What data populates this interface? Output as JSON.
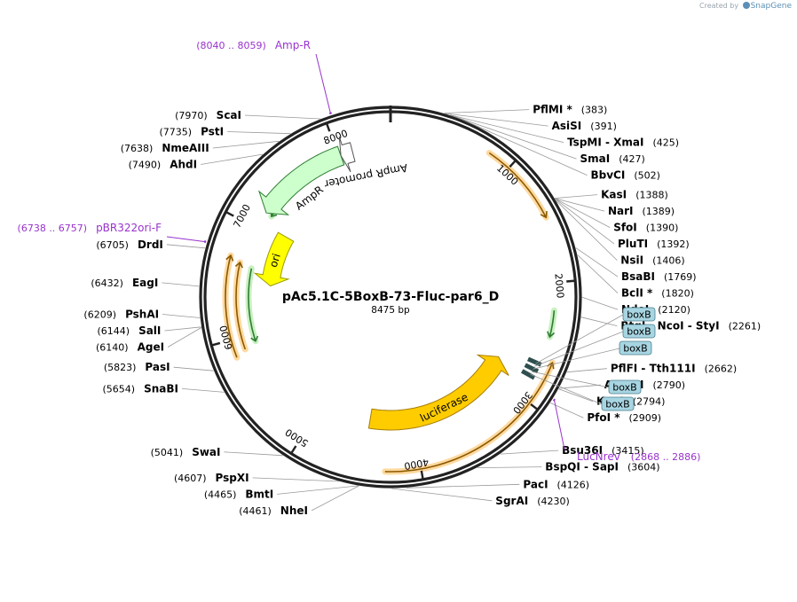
{
  "credit": {
    "prefix": "Created by",
    "brand": "SnapGene"
  },
  "map": {
    "name": "pAc5.1C-5BoxB-73-Fluc-par6_D",
    "length_label": "8475 bp",
    "total_bp": 8475
  },
  "ticks": [
    {
      "bp": 1000,
      "label": "1000"
    },
    {
      "bp": 2000,
      "label": "2000"
    },
    {
      "bp": 3000,
      "label": "3000"
    },
    {
      "bp": 4000,
      "label": "4000"
    },
    {
      "bp": 5000,
      "label": "5000"
    },
    {
      "bp": 6000,
      "label": "6000"
    },
    {
      "bp": 7000,
      "label": "7000"
    },
    {
      "bp": 8000,
      "label": "8000"
    }
  ],
  "features": [
    {
      "id": "ampr",
      "label": "AmpR",
      "type": "arrow",
      "color": "#ccffcc",
      "edge": "#2e7d32",
      "start": 7160,
      "end": 8020,
      "direction": "ccw"
    },
    {
      "id": "ampr-promoter",
      "label": "AmpR promoter",
      "type": "arrow",
      "color": "#ffffff",
      "edge": "#555555",
      "start": 8020,
      "end": 8130,
      "direction": "ccw"
    },
    {
      "id": "ori",
      "label": "ori",
      "type": "arrow",
      "color": "#ffff00",
      "edge": "#9c9c00",
      "start": 6480,
      "end": 7060,
      "direction": "ccw"
    },
    {
      "id": "luciferase",
      "label": "luciferase",
      "type": "arrow",
      "color": "#ffcc00",
      "edge": "#a67c00",
      "start": 2800,
      "end": 4460,
      "direction": "ccw"
    },
    {
      "id": "boxb-cluster",
      "label": "",
      "type": "blocks",
      "color": "#2f4f4f",
      "start": 2690,
      "end": 2880
    }
  ],
  "orfs": [
    {
      "id": "orf-1",
      "start": 810,
      "end": 1480,
      "direction": "cw",
      "ring": "outer"
    },
    {
      "id": "orf-2",
      "start": 2640,
      "end": 4280,
      "direction": "ccw",
      "ring": "outer"
    },
    {
      "id": "orf-3",
      "start": 7160,
      "end": 8020,
      "direction": "ccw",
      "ring": "inner"
    },
    {
      "id": "orf-4",
      "start": 2230,
      "end": 2450,
      "direction": "cw",
      "ring": "inner"
    },
    {
      "id": "orf-5",
      "start": 5850,
      "end": 6700,
      "direction": "cw",
      "ring": "inner"
    },
    {
      "id": "orf-6",
      "start": 5890,
      "end": 6660,
      "direction": "cw",
      "ring": "middle"
    },
    {
      "id": "orf-7",
      "start": 5930,
      "end": 6630,
      "direction": "ccw",
      "ring": "core"
    }
  ],
  "sites": [
    {
      "name": "PflMI *",
      "pos": "(383)",
      "bp": 383,
      "side": "right"
    },
    {
      "name": "AsiSI",
      "pos": "(391)",
      "bp": 391,
      "side": "right"
    },
    {
      "name": "TspMI  -  XmaI",
      "pos": "(425)",
      "bp": 425,
      "side": "right"
    },
    {
      "name": "SmaI",
      "pos": "(427)",
      "bp": 427,
      "side": "right"
    },
    {
      "name": "BbvCI",
      "pos": "(502)",
      "bp": 502,
      "side": "right"
    },
    {
      "name": "KasI",
      "pos": "(1388)",
      "bp": 1388,
      "side": "right"
    },
    {
      "name": "NarI",
      "pos": "(1389)",
      "bp": 1389,
      "side": "right"
    },
    {
      "name": "SfoI",
      "pos": "(1390)",
      "bp": 1390,
      "side": "right"
    },
    {
      "name": "PluTI",
      "pos": "(1392)",
      "bp": 1392,
      "side": "right"
    },
    {
      "name": "NsiI",
      "pos": "(1406)",
      "bp": 1406,
      "side": "right"
    },
    {
      "name": "BsaBI",
      "pos": "(1769)",
      "bp": 1769,
      "side": "right"
    },
    {
      "name": "BclI *",
      "pos": "(1820)",
      "bp": 1820,
      "side": "right"
    },
    {
      "name": "NdeI",
      "pos": "(2120)",
      "bp": 2120,
      "side": "right"
    },
    {
      "name": "BtgI  -  NcoI  -  StyI",
      "pos": "(2261)",
      "bp": 2261,
      "side": "right"
    },
    {
      "name": "PflFI  -  Tth111I",
      "pos": "(2662)",
      "bp": 2662,
      "side": "right"
    },
    {
      "name": "Acc65I",
      "pos": "(2790)",
      "bp": 2790,
      "side": "right"
    },
    {
      "name": "KpnI",
      "pos": "(2794)",
      "bp": 2794,
      "side": "right"
    },
    {
      "name": "PfoI *",
      "pos": "(2909)",
      "bp": 2909,
      "side": "right"
    },
    {
      "name": "Bsu36I",
      "pos": "(3415)",
      "bp": 3415,
      "side": "right"
    },
    {
      "name": "BspQI  -  SapI",
      "pos": "(3604)",
      "bp": 3604,
      "side": "right"
    },
    {
      "name": "PacI",
      "pos": "(4126)",
      "bp": 4126,
      "side": "right"
    },
    {
      "name": "SgrAI",
      "pos": "(4230)",
      "bp": 4230,
      "side": "right"
    },
    {
      "name": "NheI",
      "pos": "(4461)",
      "bp": 4461,
      "side": "left"
    },
    {
      "name": "BmtI",
      "pos": "(4465)",
      "bp": 4465,
      "side": "left"
    },
    {
      "name": "PspXI",
      "pos": "(4607)",
      "bp": 4607,
      "side": "left"
    },
    {
      "name": "SwaI",
      "pos": "(5041)",
      "bp": 5041,
      "side": "left"
    },
    {
      "name": "SnaBI",
      "pos": "(5654)",
      "bp": 5654,
      "side": "left"
    },
    {
      "name": "PasI",
      "pos": "(5823)",
      "bp": 5823,
      "side": "left"
    },
    {
      "name": "AgeI",
      "pos": "(6140)",
      "bp": 6140,
      "side": "left"
    },
    {
      "name": "SalI",
      "pos": "(6144)",
      "bp": 6144,
      "side": "left"
    },
    {
      "name": "PshAI",
      "pos": "(6209)",
      "bp": 6209,
      "side": "left"
    },
    {
      "name": "EagI",
      "pos": "(6432)",
      "bp": 6432,
      "side": "left"
    },
    {
      "name": "DrdI",
      "pos": "(6705)",
      "bp": 6705,
      "side": "left"
    },
    {
      "name": "AhdI",
      "pos": "(7490)",
      "bp": 7490,
      "side": "left"
    },
    {
      "name": "NmeAIII",
      "pos": "(7638)",
      "bp": 7638,
      "side": "left"
    },
    {
      "name": "PstI",
      "pos": "(7735)",
      "bp": 7735,
      "side": "left"
    },
    {
      "name": "ScaI",
      "pos": "(7970)",
      "bp": 7970,
      "side": "left"
    }
  ],
  "primers": [
    {
      "name": "Amp-R",
      "range": "(8040 .. 8059)",
      "bp": 8050,
      "side": "left"
    },
    {
      "name": "pBR322ori-F",
      "range": "(6738 .. 6757)",
      "bp": 6748,
      "side": "left"
    },
    {
      "name": "LucNrev",
      "range": "(2868 .. 2886)",
      "bp": 2877,
      "side": "right"
    }
  ],
  "boxb_labels": [
    {
      "label": "boxB",
      "bp": 2700
    },
    {
      "label": "boxB",
      "bp": 2725
    },
    {
      "label": "boxB",
      "bp": 2750
    },
    {
      "label": "boxB",
      "bp": 2775
    },
    {
      "label": "boxB",
      "bp": 2800
    }
  ],
  "colors": {
    "backbone": "#222222",
    "site_label": "#000000",
    "site_line": "#999999",
    "primer": "#9933cc",
    "orf_glow": "#ffd9a0",
    "orf_line": "#8a5a00",
    "orf_inner_line": "#2e7d32",
    "boxb_fill": "#a8d5e2",
    "boxb_edge": "#4a7f8c"
  }
}
